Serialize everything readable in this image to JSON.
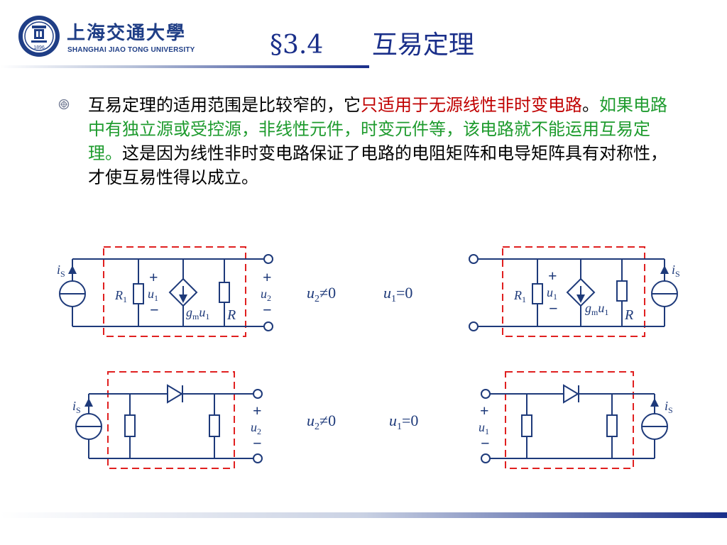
{
  "header": {
    "logo_cn": "上海交通大學",
    "logo_en": "SHANGHAI   JIAO TONG   UNIVERSITY",
    "logo_year": "1896",
    "title": "§3.4      互易定理"
  },
  "body": {
    "segments": [
      "互易定理的适用范围是比较窄的，它",
      "只适用于无源线性非时变电路",
      "。",
      "如果电路中有独立源或受控源，非线性元件，时变元件等，该电路就不能运用互易定理。",
      "这是因为线性非时变电路保证了电路的电阻矩阵和电导矩阵具有对称性，才使互易性得以成立。"
    ]
  },
  "labels": {
    "is": "i",
    "is_sub": "S",
    "r1": "R",
    "r1_sub": "1",
    "u": "u",
    "sub1": "1",
    "sub2": "2",
    "gm": "g",
    "gm_sub": "m",
    "r": "R",
    "plus": "+",
    "minus": "−",
    "u2_ne": "≠0",
    "u1_eq": "=0"
  },
  "colors": {
    "title": "#1a2f8a",
    "logo": "#1f3e86",
    "emphasis_red": "#c00000",
    "emphasis_green": "#1e9b2e",
    "dashed_box": "#e02020",
    "circuit": "#1e3a7a"
  }
}
